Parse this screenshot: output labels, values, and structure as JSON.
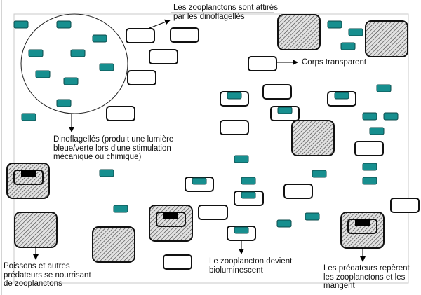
{
  "diagram": {
    "labels": {
      "attracted": [
        "Les zooplanctons sont attirés",
        "par les dinoflagellés"
      ],
      "transparent": "Corps transparent",
      "dinoflagellates": [
        "Dinoflagellés (produit une lumière",
        "bleue/verte lors d'une stimulation",
        "mécanique ou chimique)"
      ],
      "predators_fish": [
        "Poissons et autres",
        "prédateurs se nourrisant",
        "de zooplanctons"
      ],
      "bioluminescent": [
        "Le zooplancton devient",
        "bioluminescent"
      ],
      "predators_eat": [
        "Les prédateurs repèrent",
        "les zooplanctons et les",
        "mangent"
      ]
    },
    "colors": {
      "dinoflagellate": "#178f8f",
      "border": "#111111",
      "hatch_bg": "#d8d8d8"
    }
  }
}
